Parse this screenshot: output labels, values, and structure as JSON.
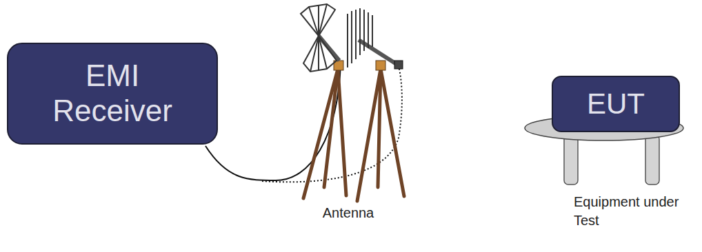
{
  "diagram": {
    "nodes": [
      {
        "text": [
          "EMI Receiver"
        ]
      },
      {
        "text": [
          "EUT"
        ]
      }
    ],
    "labels": [
      "Antenna",
      "Equipment under Test"
    ]
  }
}
